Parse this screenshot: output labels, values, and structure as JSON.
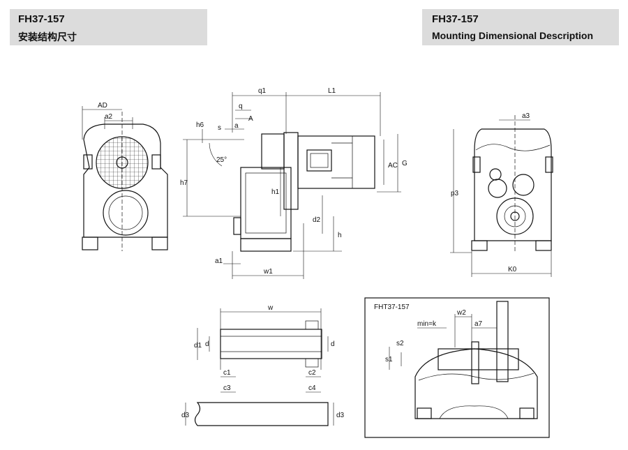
{
  "header_left": {
    "code": "FH37-157",
    "desc": "安装结构尺寸"
  },
  "header_right": {
    "code": "FH37-157",
    "desc": "Mounting Dimensional Description"
  },
  "labels": {
    "AD": "AD",
    "a2": "a2",
    "q1": "q1",
    "L1": "L1",
    "q": "q",
    "A": "A",
    "s": "s",
    "a": "a",
    "h6": "h6",
    "h7": "h7",
    "deg": "25°",
    "h1": "h1",
    "AC": "AC",
    "G": "G",
    "d2": "d2",
    "h": "h",
    "a1": "a1",
    "w1": "w1",
    "a3": "a3",
    "p3": "p3",
    "K0": "K0",
    "w": "w",
    "d1": "d1",
    "d_left": "d",
    "d_right": "d",
    "c1": "c1",
    "c2": "c2",
    "c3": "c3",
    "c4": "c4",
    "d3_left": "d3",
    "d3_right": "d3",
    "fht": "FHT37-157",
    "w2": "w2",
    "mink": "min=k",
    "a7": "a7",
    "s1": "s1",
    "s2": "s2"
  }
}
